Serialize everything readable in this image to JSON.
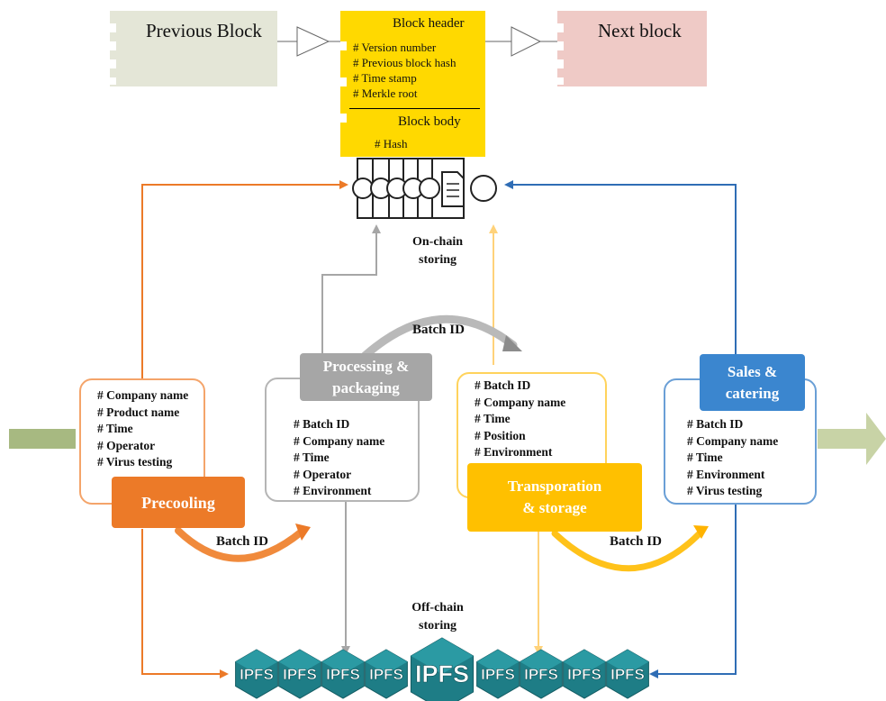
{
  "blocks": {
    "previous_label": "Previous Block",
    "next_label": "Next block",
    "header_title": "Block header",
    "header_fields": [
      "# Version number",
      "# Previous block hash",
      "# Time stamp",
      "# Merkle root"
    ],
    "body_title": "Block body",
    "body_field": "# Hash"
  },
  "on_chain": {
    "line1": "On-chain",
    "line2": "storing"
  },
  "off_chain": {
    "line1": "Off-chain",
    "line2": "storing"
  },
  "batch_labels": {
    "top": "Batch ID",
    "left": "Batch ID",
    "right": "Batch ID"
  },
  "stages": {
    "precooling": {
      "title": "Precooling",
      "fields": [
        "# Company name",
        "# Product name",
        "# Time",
        "# Operator",
        "# Virus testing"
      ]
    },
    "processing": {
      "title_line1": "Processing &",
      "title_line2": "packaging",
      "fields": [
        "# Batch ID",
        "# Company name",
        "# Time",
        "# Operator",
        "# Environment"
      ]
    },
    "transportation": {
      "title_line1": "Transporation",
      "title_line2": "& storage",
      "fields": [
        "# Batch ID",
        "# Company name",
        "# Time",
        "# Position",
        "# Environment"
      ]
    },
    "sales": {
      "title_line1": "Sales &",
      "title_line2": "catering",
      "fields": [
        "# Batch ID",
        "# Company name",
        "# Time",
        "# Environment",
        "# Virus testing"
      ]
    }
  },
  "ipfs": {
    "label": "IPFS",
    "count": 9
  },
  "colors": {
    "orange": "#ec7a28",
    "gray": "#a6a6a6",
    "yellow": "#ffc000",
    "blue": "#3b7fc4",
    "block_yellow": "#ffd900",
    "ipfs_teal": "#1e7d86",
    "flow_green": "#a7b981"
  }
}
